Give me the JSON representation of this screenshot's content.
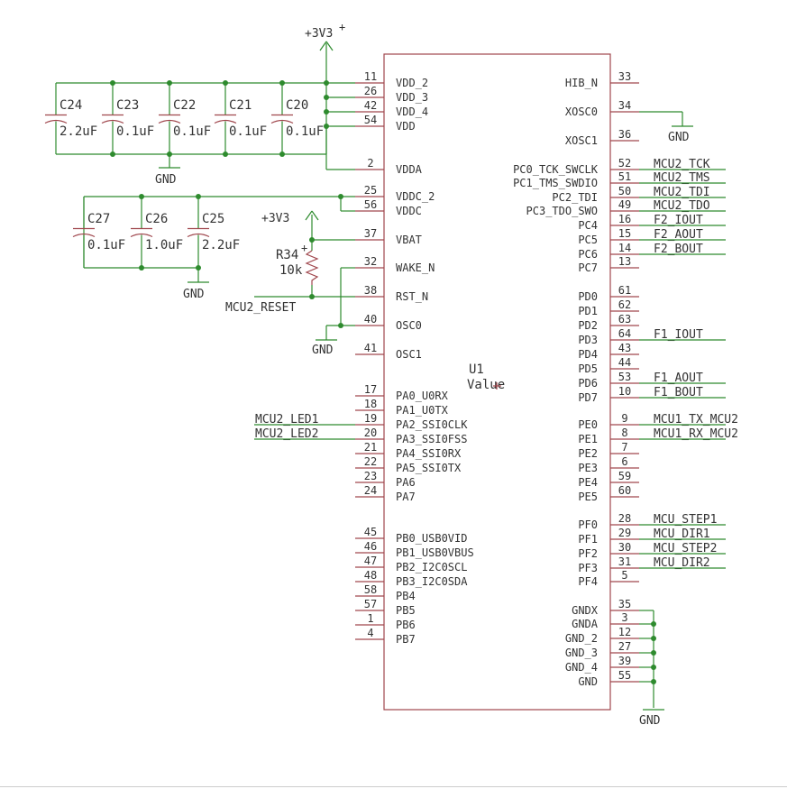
{
  "mcu": {
    "refdes": "U1",
    "value": "Value",
    "left_pins": [
      {
        "num": "11",
        "name": "VDD_2"
      },
      {
        "num": "26",
        "name": "VDD_3"
      },
      {
        "num": "42",
        "name": "VDD_4"
      },
      {
        "num": "54",
        "name": "VDD"
      },
      {
        "num": "2",
        "name": "VDDA"
      },
      {
        "num": "25",
        "name": "VDDC_2"
      },
      {
        "num": "56",
        "name": "VDDC"
      },
      {
        "num": "37",
        "name": "VBAT"
      },
      {
        "num": "32",
        "name": "WAKE_N"
      },
      {
        "num": "38",
        "name": "RST_N"
      },
      {
        "num": "40",
        "name": "OSC0"
      },
      {
        "num": "41",
        "name": "OSC1"
      },
      {
        "num": "17",
        "name": "PA0_U0RX"
      },
      {
        "num": "18",
        "name": "PA1_U0TX"
      },
      {
        "num": "19",
        "name": "PA2_SSI0CLK"
      },
      {
        "num": "20",
        "name": "PA3_SSI0FSS"
      },
      {
        "num": "21",
        "name": "PA4_SSI0RX"
      },
      {
        "num": "22",
        "name": "PA5_SSI0TX"
      },
      {
        "num": "23",
        "name": "PA6"
      },
      {
        "num": "24",
        "name": "PA7"
      },
      {
        "num": "45",
        "name": "PB0_USB0VID"
      },
      {
        "num": "46",
        "name": "PB1_USB0VBUS"
      },
      {
        "num": "47",
        "name": "PB2_I2C0SCL"
      },
      {
        "num": "48",
        "name": "PB3_I2C0SDA"
      },
      {
        "num": "58",
        "name": "PB4"
      },
      {
        "num": "57",
        "name": "PB5"
      },
      {
        "num": "1",
        "name": "PB6"
      },
      {
        "num": "4",
        "name": "PB7"
      }
    ],
    "right_pins": [
      {
        "num": "33",
        "name": "HIB_N"
      },
      {
        "num": "34",
        "name": "XOSC0"
      },
      {
        "num": "36",
        "name": "XOSC1"
      },
      {
        "num": "52",
        "name": "PC0_TCK_SWCLK"
      },
      {
        "num": "51",
        "name": "PC1_TMS_SWDIO"
      },
      {
        "num": "50",
        "name": "PC2_TDI"
      },
      {
        "num": "49",
        "name": "PC3_TDO_SWO"
      },
      {
        "num": "16",
        "name": "PC4"
      },
      {
        "num": "15",
        "name": "PC5"
      },
      {
        "num": "14",
        "name": "PC6"
      },
      {
        "num": "13",
        "name": "PC7"
      },
      {
        "num": "61",
        "name": "PD0"
      },
      {
        "num": "62",
        "name": "PD1"
      },
      {
        "num": "63",
        "name": "PD2"
      },
      {
        "num": "64",
        "name": "PD3"
      },
      {
        "num": "43",
        "name": "PD4"
      },
      {
        "num": "44",
        "name": "PD5"
      },
      {
        "num": "53",
        "name": "PD6"
      },
      {
        "num": "10",
        "name": "PD7"
      },
      {
        "num": "9",
        "name": "PE0"
      },
      {
        "num": "8",
        "name": "PE1"
      },
      {
        "num": "7",
        "name": "PE2"
      },
      {
        "num": "6",
        "name": "PE3"
      },
      {
        "num": "59",
        "name": "PE4"
      },
      {
        "num": "60",
        "name": "PE5"
      },
      {
        "num": "28",
        "name": "PF0"
      },
      {
        "num": "29",
        "name": "PF1"
      },
      {
        "num": "30",
        "name": "PF2"
      },
      {
        "num": "31",
        "name": "PF3"
      },
      {
        "num": "5",
        "name": "PF4"
      },
      {
        "num": "35",
        "name": "GNDX"
      },
      {
        "num": "3",
        "name": "GNDA"
      },
      {
        "num": "12",
        "name": "GND_2"
      },
      {
        "num": "27",
        "name": "GND_3"
      },
      {
        "num": "39",
        "name": "GND_4"
      },
      {
        "num": "55",
        "name": "GND"
      }
    ]
  },
  "nets": {
    "right": [
      {
        "pin": "52",
        "label": "MCU2_TCK"
      },
      {
        "pin": "51",
        "label": "MCU2_TMS"
      },
      {
        "pin": "50",
        "label": "MCU2_TDI"
      },
      {
        "pin": "49",
        "label": "MCU2_TDO"
      },
      {
        "pin": "16",
        "label": "F2_IOUT"
      },
      {
        "pin": "15",
        "label": "F2_AOUT"
      },
      {
        "pin": "14",
        "label": "F2_BOUT"
      },
      {
        "pin": "64",
        "label": "F1_IOUT"
      },
      {
        "pin": "53",
        "label": "F1_AOUT"
      },
      {
        "pin": "10",
        "label": "F1_BOUT"
      },
      {
        "pin": "9",
        "label": "MCU1_TX_MCU2"
      },
      {
        "pin": "8",
        "label": "MCU1_RX_MCU2"
      },
      {
        "pin": "28",
        "label": "MCU_STEP1"
      },
      {
        "pin": "29",
        "label": "MCU_DIR1"
      },
      {
        "pin": "30",
        "label": "MCU_STEP2"
      },
      {
        "pin": "31",
        "label": "MCU_DIR2"
      }
    ],
    "left": [
      {
        "pin": "19",
        "label": "MCU2_LED1"
      },
      {
        "pin": "20",
        "label": "MCU2_LED2"
      },
      {
        "pin": "38",
        "label": "MCU2_RESET"
      }
    ]
  },
  "power": {
    "supply_label": "+3V3",
    "supply_label_2": "+3V3",
    "gnd_label": "GND"
  },
  "capacitors_top": [
    {
      "ref": "C24",
      "value": "2.2uF"
    },
    {
      "ref": "C23",
      "value": "0.1uF"
    },
    {
      "ref": "C22",
      "value": "0.1uF"
    },
    {
      "ref": "C21",
      "value": "0.1uF"
    },
    {
      "ref": "C20",
      "value": "0.1uF"
    }
  ],
  "capacitors_mid": [
    {
      "ref": "C27",
      "value": "0.1uF"
    },
    {
      "ref": "C26",
      "value": "1.0uF"
    },
    {
      "ref": "C25",
      "value": "2.2uF"
    }
  ],
  "resistor": {
    "ref": "R34",
    "value": "10k"
  },
  "gnd_labels": [
    "GND",
    "GND",
    "GND",
    "GND",
    "GND"
  ]
}
